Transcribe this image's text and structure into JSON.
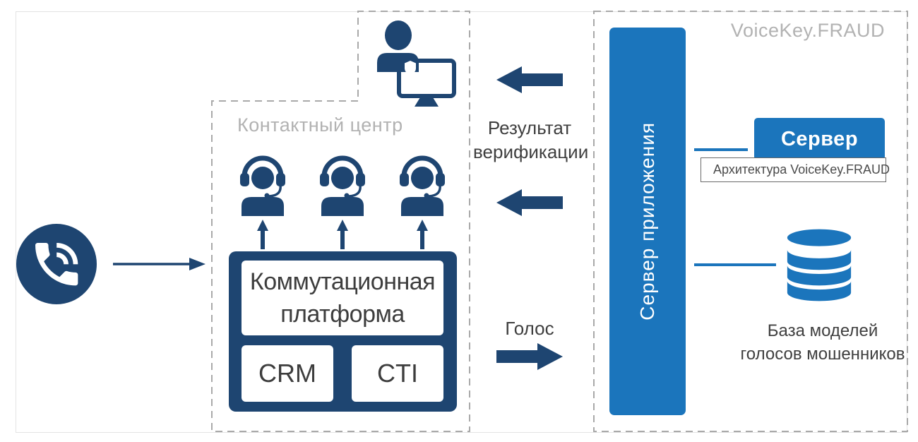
{
  "colors": {
    "navy": "#1e4571",
    "blue": "#1b75bc",
    "dashed_outline": "#a9a9a9",
    "muted_title": "#b2b2b2",
    "text_dark": "#3f3f3f"
  },
  "contact_center": {
    "title": "Контактный центр",
    "platform": {
      "title": "Коммутационная платформа",
      "title_lines": [
        "Коммутационная",
        "платформа"
      ],
      "modules": [
        "CRM",
        "CTI"
      ]
    }
  },
  "flows": {
    "verification_result": "Результат верификации",
    "verification_lines": [
      "Результат",
      "верификации"
    ],
    "voice": "Голос"
  },
  "voicekey": {
    "title": "VoiceKey.FRAUD",
    "app_server": "Сервер приложения",
    "server": "Сервер",
    "tooltip": "Архитектура VoiceKey.FRAUD",
    "database_label": "База моделей голосов мошенников",
    "database_lines": [
      "База моделей",
      "голосов мошенников"
    ]
  },
  "icons": {
    "phone": "incoming-call-icon",
    "operator": "operator-headset-icon",
    "officer": "security-officer-monitor-icon",
    "database": "database-icon"
  }
}
